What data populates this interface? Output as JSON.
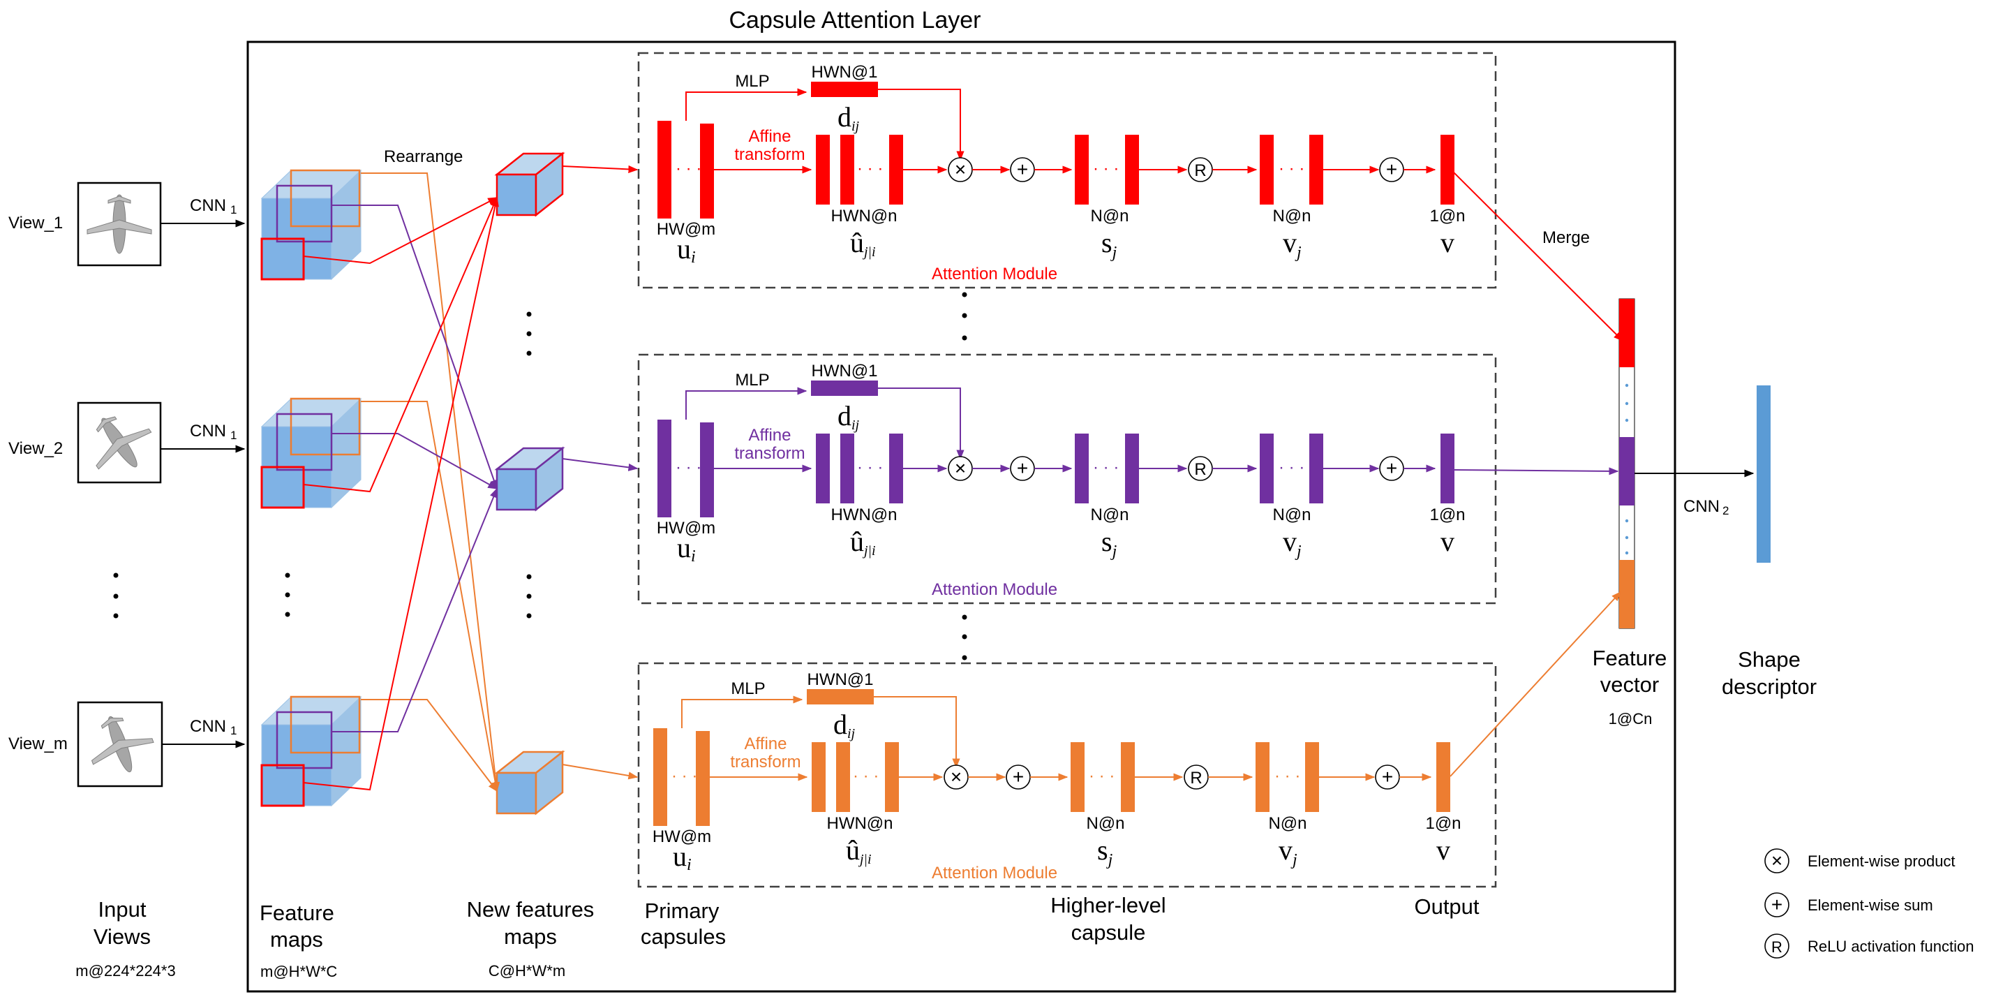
{
  "title": "Capsule Attention Layer",
  "views": [
    {
      "label": "View_1",
      "cnn": "CNN",
      "cnn_sub": "1"
    },
    {
      "label": "View_2",
      "cnn": "CNN",
      "cnn_sub": "1"
    },
    {
      "label": "View_m",
      "cnn": "CNN",
      "cnn_sub": "1"
    }
  ],
  "rearrange_label": "Rearrange",
  "module": {
    "mlp": "MLP",
    "hwn1": "HWN@1",
    "d": "d",
    "d_sub": "ij",
    "affine": "Affine",
    "transform": "transform",
    "hwm": "HW@m",
    "u": "u",
    "u_sub": "i",
    "hwn": "HWN@n",
    "uhat": "û",
    "uhat_sub": "j|i",
    "nn": "N@n",
    "s": "s",
    "s_sub": "j",
    "v": "v",
    "v_sub": "j",
    "one_n": "1@n",
    "vout": "v",
    "title": "Attention Module",
    "relu": "R"
  },
  "merge_label": "Merge",
  "cnn2": {
    "text": "CNN",
    "sub": "2"
  },
  "bottom_labels": {
    "input_views": [
      "Input",
      "Views"
    ],
    "input_dims": "m@224*224*3",
    "feature_maps": [
      "Feature",
      "maps"
    ],
    "feature_dims": "m@H*W*C",
    "new_features": [
      "New features",
      "maps"
    ],
    "new_features_dims": "C@H*W*m",
    "primary": [
      "Primary",
      "capsules"
    ],
    "higher": [
      "Higher-level",
      "capsule"
    ],
    "output": "Output",
    "feature_vector": [
      "Feature",
      "vector"
    ],
    "feature_vector_dims": "1@Cn",
    "shape": [
      "Shape",
      "descriptor"
    ]
  },
  "legend": [
    {
      "symbol": "×",
      "label": "Element-wise product"
    },
    {
      "symbol": "+",
      "label": "Element-wise sum"
    },
    {
      "symbol": "R",
      "label": "ReLU activation function"
    }
  ],
  "colors": {
    "red": "#ff0000",
    "purple": "#7030a0",
    "orange": "#ed7d31",
    "blue": "#5b9bd5",
    "cube_front": "#7fb2e5",
    "cube_top": "#bdd7ee",
    "cube_side": "#9dc3e6"
  }
}
